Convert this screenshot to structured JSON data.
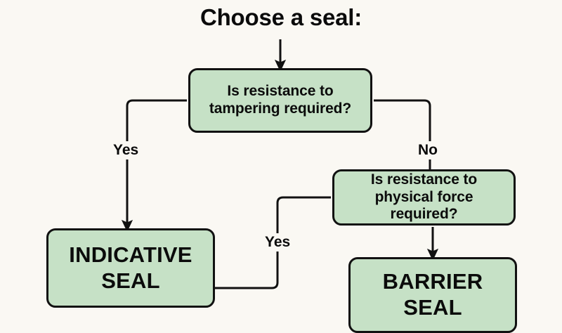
{
  "diagram": {
    "title": "Choose a seal:",
    "background_color": "#faf8f3",
    "node_fill_color": "#c6e1c6",
    "node_border_color": "#111111",
    "text_color": "#0b0b0b",
    "type": "flowchart",
    "nodes": [
      {
        "id": "decision-tampering",
        "kind": "decision",
        "text": "Is resistance to\ntampering required?"
      },
      {
        "id": "decision-force",
        "kind": "decision",
        "text": "Is resistance to\nphysical force required?"
      },
      {
        "id": "indicative-seal",
        "kind": "terminal",
        "text": "INDICATIVE\nSEAL"
      },
      {
        "id": "barrier-seal",
        "kind": "terminal",
        "text": "BARRIER\nSEAL"
      }
    ],
    "edges": [
      {
        "id": "start-to-tampering",
        "from": "title",
        "to": "decision-tampering",
        "label": "",
        "arrowhead": true
      },
      {
        "id": "tampering-yes",
        "from": "decision-tampering",
        "to": "indicative-seal",
        "label": "Yes",
        "arrowhead": true
      },
      {
        "id": "tampering-no",
        "from": "decision-tampering",
        "to": "decision-force",
        "label": "No",
        "arrowhead": false
      },
      {
        "id": "force-yes",
        "from": "decision-force",
        "to": "indicative-seal",
        "label": "Yes",
        "arrowhead": false
      },
      {
        "id": "force-no",
        "from": "decision-force",
        "to": "barrier-seal",
        "label": "",
        "arrowhead": true
      }
    ]
  }
}
